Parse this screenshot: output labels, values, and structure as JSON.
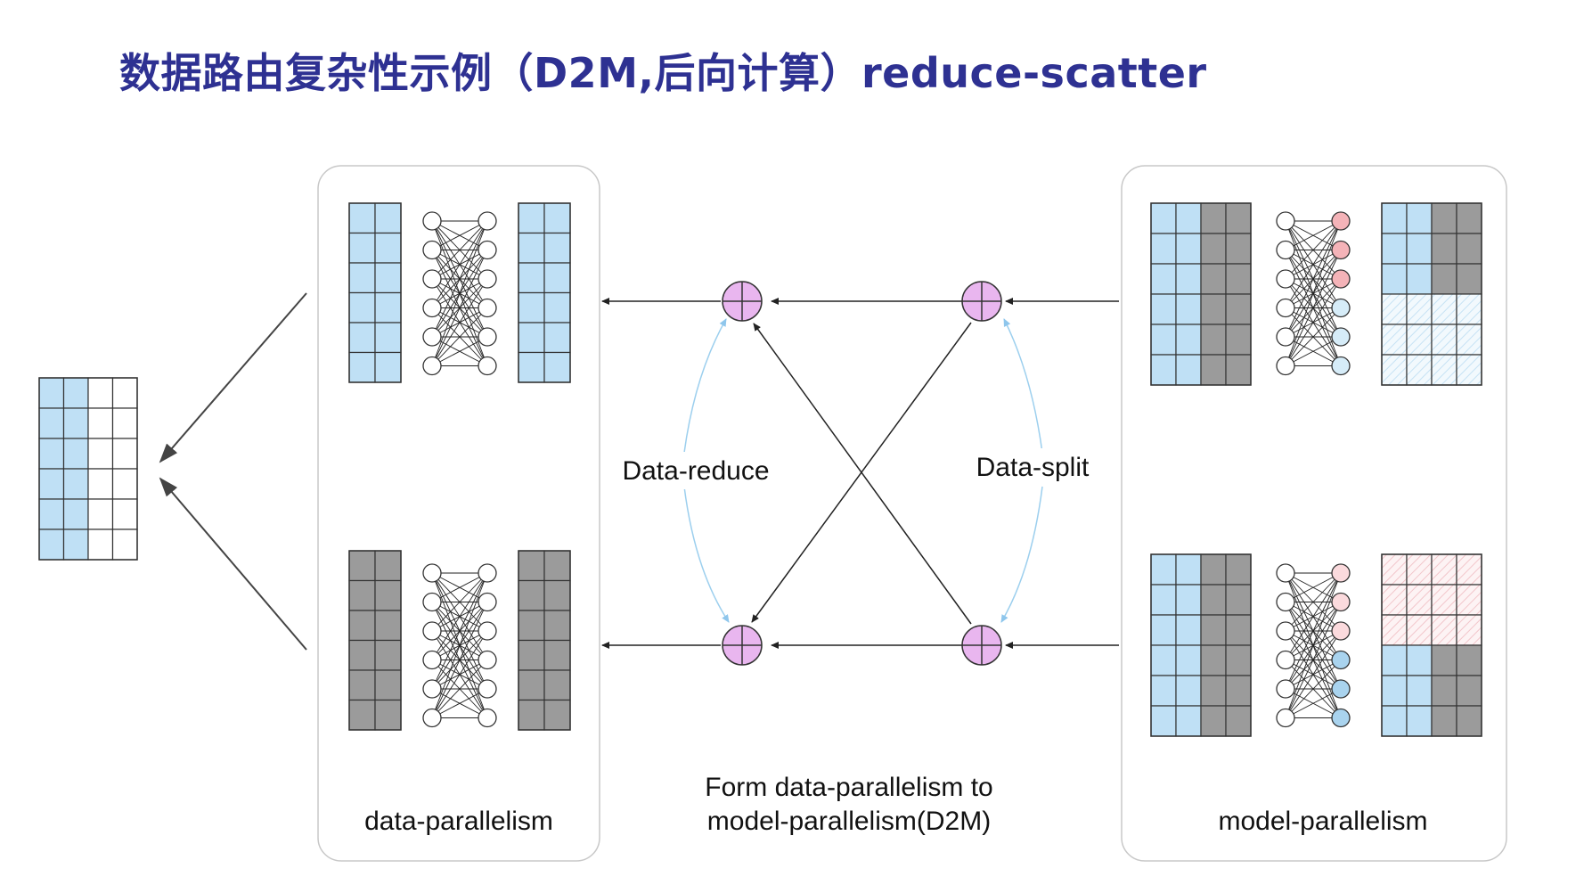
{
  "title": "数据路由复杂性示例（D2M,后向计算）reduce-scatter",
  "panels": {
    "left_label": "data-parallelism",
    "right_label": "model-parallelism"
  },
  "middle": {
    "data_reduce_label": "Data-reduce",
    "data_split_label": "Data-split",
    "caption_line1": "Form data-parallelism to",
    "caption_line2": "model-parallelism(D2M)"
  },
  "colors": {
    "title": "#2e3192",
    "light_blue": "#bfe0f5",
    "gray": "#9b9b9b",
    "pink_node": "#f4b3b8",
    "pale_pink_node": "#fbdadd",
    "pale_blue_node": "#d6ecf8",
    "blue_node": "#a9d3ee",
    "adder": "#e9b6ef",
    "light_arrow": "#9ccfee"
  }
}
